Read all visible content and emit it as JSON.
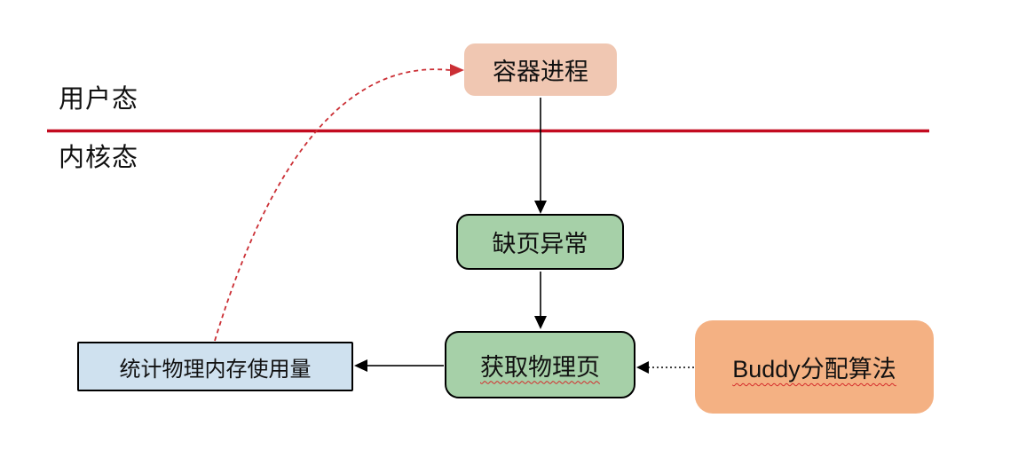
{
  "layers": {
    "user_mode_label": "用户态",
    "kernel_mode_label": "内核态"
  },
  "nodes": {
    "container_process": {
      "label": "容器进程"
    },
    "page_fault": {
      "label": "缺页异常"
    },
    "get_physical_page": {
      "label": "获取物理页"
    },
    "memory_usage_counter": {
      "label": "统计物理内存使用量"
    },
    "buddy_allocator": {
      "label": "Buddy分配算法"
    }
  },
  "edges": [
    {
      "from": "container_process",
      "to": "page_fault",
      "style": "solid-black-arrow"
    },
    {
      "from": "page_fault",
      "to": "get_physical_page",
      "style": "solid-black-arrow"
    },
    {
      "from": "get_physical_page",
      "to": "memory_usage_counter",
      "style": "solid-black-arrow"
    },
    {
      "from": "buddy_allocator",
      "to": "get_physical_page",
      "style": "dotted-black-arrow"
    },
    {
      "from": "memory_usage_counter",
      "to": "container_process",
      "style": "dashed-red-curved-arrow"
    }
  ],
  "colors": {
    "salmon": "#f0c7b2",
    "green": "#a6d0a8",
    "blue": "#cfe1ef",
    "orange": "#f4b183",
    "divider-red": "#c30b20",
    "dash-red": "#cb2f35",
    "squiggle-red": "#d42a2a",
    "arrow-black": "#000000"
  }
}
